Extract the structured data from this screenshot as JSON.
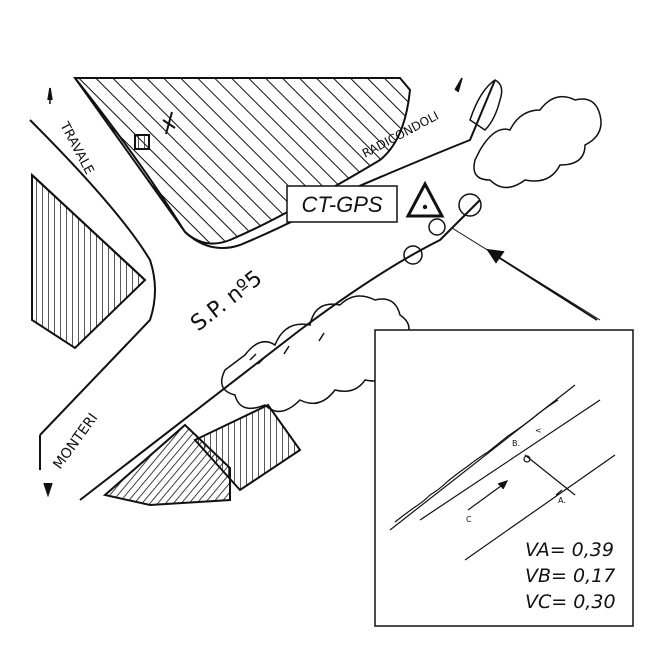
{
  "map": {
    "roads": {
      "travale": "TRAVALE",
      "radicondoli": "RADICONDOLI",
      "sp5": "S.P. nº5",
      "monteri": "MONTERI"
    },
    "station_label": "CT-GPS",
    "inset": {
      "marker_a": "A.",
      "marker_b": "B.",
      "marker_c": "C",
      "readings": [
        "VA= 0,39",
        "VB= 0,17",
        "VC= 0,30"
      ]
    },
    "icons": [
      "triangle-station-icon",
      "church-cross-icon",
      "direction-arrow-icon"
    ]
  }
}
